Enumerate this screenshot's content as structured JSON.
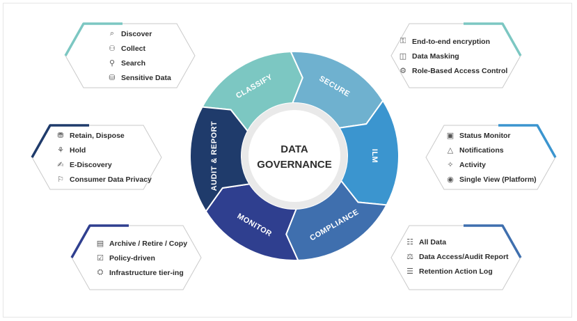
{
  "center": {
    "line1": "DATA",
    "line2": "GOVERNANCE"
  },
  "segments": [
    {
      "label": "CLASSIFY",
      "color": "#7cc7c2"
    },
    {
      "label": "SECURE",
      "color": "#6fb1cf"
    },
    {
      "label": "ILM",
      "color": "#3b95cf"
    },
    {
      "label": "COMPLIANCE",
      "color": "#3f6fae"
    },
    {
      "label": "MONITOR",
      "color": "#2f3f8f"
    },
    {
      "label": "AUDIT & REPORT",
      "color": "#1f3b6b"
    }
  ],
  "panels": {
    "classify": {
      "accent": "#7cc7c2",
      "items": [
        {
          "icon": "discover-icon",
          "label": "Discover"
        },
        {
          "icon": "collect-icon",
          "label": "Collect"
        },
        {
          "icon": "search-icon",
          "label": "Search"
        },
        {
          "icon": "sensitive-data-icon",
          "label": "Sensitive Data"
        }
      ]
    },
    "secure": {
      "accent": "#7cc7c2",
      "items": [
        {
          "icon": "encryption-icon",
          "label": "End-to-end encryption"
        },
        {
          "icon": "masking-icon",
          "label": "Data Masking"
        },
        {
          "icon": "access-control-icon",
          "label": "Role-Based Access Control"
        }
      ]
    },
    "ilm": {
      "accent": "#3b95cf",
      "items": [
        {
          "icon": "monitor-icon",
          "label": "Status Monitor"
        },
        {
          "icon": "bell-icon",
          "label": "Notifications"
        },
        {
          "icon": "activity-icon",
          "label": "Activity"
        },
        {
          "icon": "eye-icon",
          "label": "Single View (Platform)"
        }
      ]
    },
    "compliance": {
      "accent": "#3f6fae",
      "items": [
        {
          "icon": "all-data-icon",
          "label": "All Data"
        },
        {
          "icon": "audit-icon",
          "label": "Data Access/Audit Report"
        },
        {
          "icon": "log-icon",
          "label": "Retention Action Log"
        }
      ]
    },
    "monitor": {
      "accent": "#2f3f8f",
      "items": [
        {
          "icon": "archive-icon",
          "label": "Archive / Retire / Copy"
        },
        {
          "icon": "policy-icon",
          "label": "Policy-driven"
        },
        {
          "icon": "infrastructure-icon",
          "label": "Infrastructure tier-ing"
        }
      ]
    },
    "audit": {
      "accent": "#1f3b6b",
      "items": [
        {
          "icon": "retain-icon",
          "label": "Retain, Dispose"
        },
        {
          "icon": "hold-icon",
          "label": "Hold"
        },
        {
          "icon": "ediscovery-icon",
          "label": "E-Discovery"
        },
        {
          "icon": "privacy-icon",
          "label": "Consumer Data Privacy"
        }
      ]
    }
  }
}
